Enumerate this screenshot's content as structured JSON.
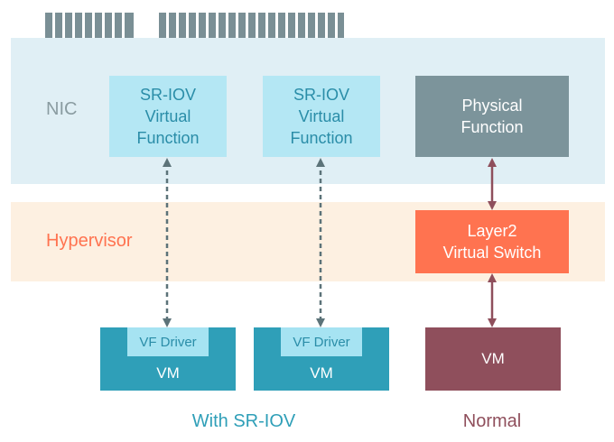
{
  "nic": {
    "label": "NIC"
  },
  "hypervisor": {
    "label": "Hypervisor"
  },
  "vf_boxes": [
    {
      "line1": "SR-IOV",
      "line2": "Virtual",
      "line3": "Function"
    },
    {
      "line1": "SR-IOV",
      "line2": "Virtual",
      "line3": "Function"
    }
  ],
  "physical_function": {
    "line1": "Physical",
    "line2": "Function"
  },
  "layer2_switch": {
    "line1": "Layer2",
    "line2": "Virtual Switch"
  },
  "vms": [
    {
      "driver": "VF Driver",
      "label": "VM"
    },
    {
      "driver": "VF Driver",
      "label": "VM"
    }
  ],
  "vm_normal": {
    "label": "VM"
  },
  "groups": {
    "sriov": "With SR-IOV",
    "normal": "Normal"
  },
  "colors": {
    "nic_band": "#e0eff5",
    "hypervisor_band": "#fdf0e1",
    "vf_box": "#b4e7f4",
    "physical_function": "#7c949b",
    "layer2_switch": "#ff7350",
    "vm_sriov": "#2f9fb8",
    "vm_normal": "#8f4f5c",
    "arrow_dashed": "#5c7379",
    "arrow_normal": "#8f4f5c",
    "label_sriov": "#2f9fb8",
    "label_normal": "#8f4f5c"
  }
}
